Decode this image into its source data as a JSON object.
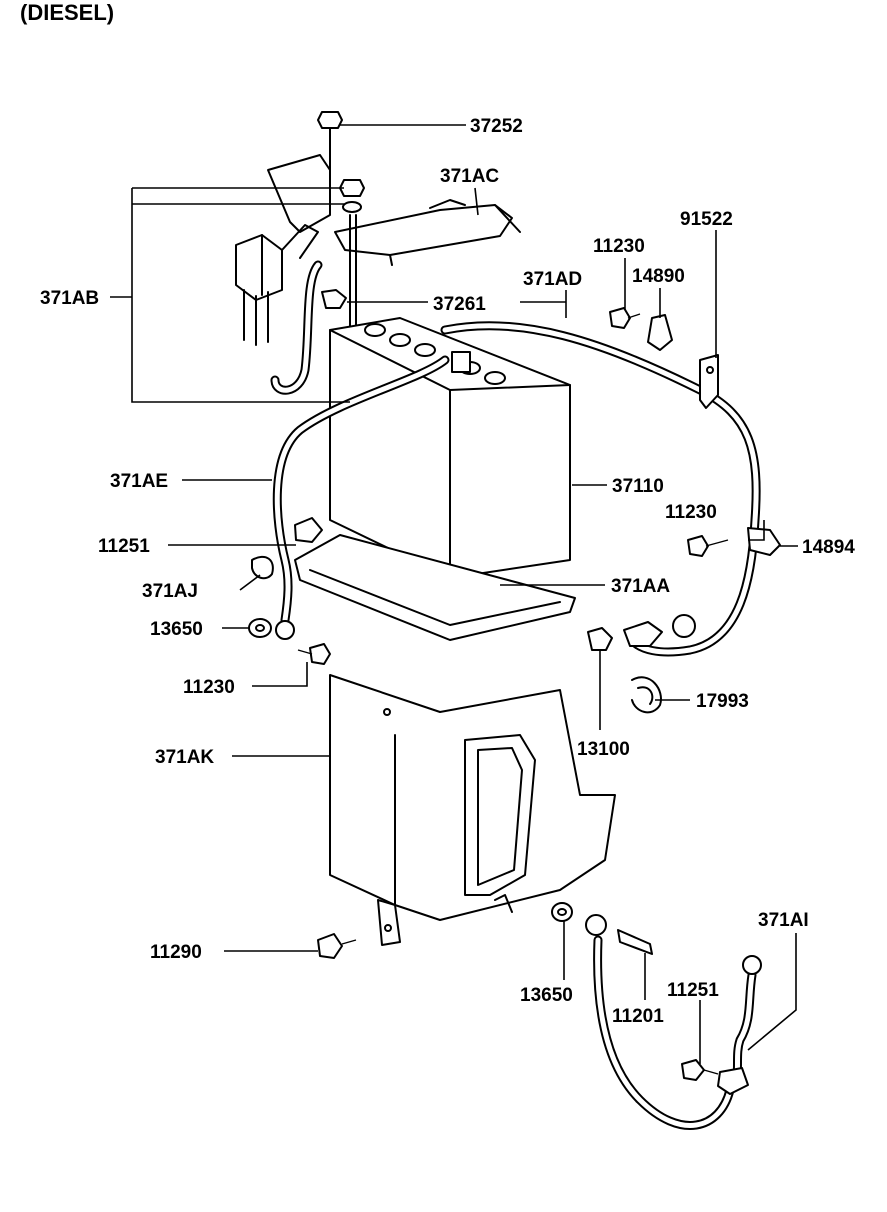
{
  "title": "(DIESEL)",
  "parts": {
    "p37252": "37252",
    "p371AC": "371AC",
    "p91522": "91522",
    "p11230_top": "11230",
    "p371AD": "371AD",
    "p14890": "14890",
    "p371AB": "371AB",
    "p37261": "37261",
    "p371AE": "371AE",
    "p37110": "37110",
    "p11230_mid": "11230",
    "p11251_left": "11251",
    "p14894": "14894",
    "p371AJ": "371AJ",
    "p371AA": "371AA",
    "p13650_left": "13650",
    "p11230_low": "11230",
    "p17993": "17993",
    "p371AK": "371AK",
    "p13100": "13100",
    "p371AI": "371AI",
    "p11290": "11290",
    "p13650_low": "13650",
    "p11201": "11201",
    "p11251_low": "11251"
  }
}
